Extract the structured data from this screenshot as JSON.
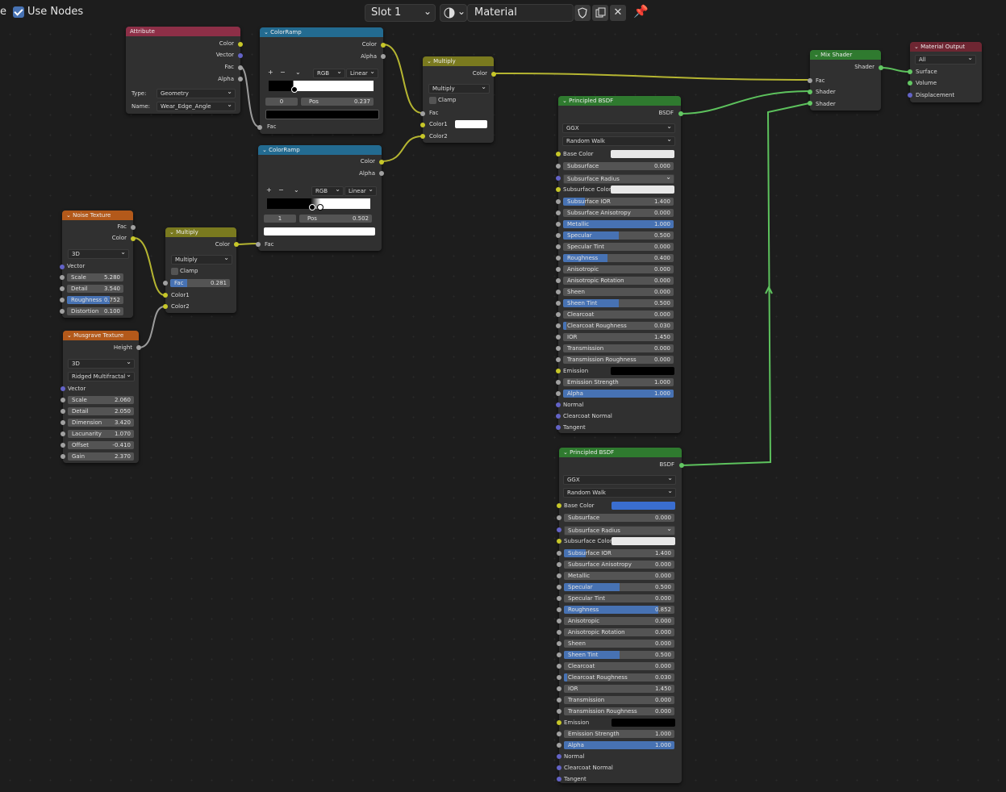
{
  "header": {
    "use_nodes_label": "Use Nodes",
    "slot_label": "Slot 1",
    "material_name": "Material",
    "pin_icon": "pin-icon",
    "close_symbol": "✕"
  },
  "colors": {
    "header_color_input": "#8d2f47",
    "header_converter": "#236b91",
    "header_texture": "#b3591a",
    "header_shader": "#2f7a2f",
    "header_output": "#6e2632",
    "header_math": "#7a7a1f",
    "accent": "#4772b3"
  },
  "attribute": {
    "title": "Attribute",
    "out_color": "Color",
    "out_vector": "Vector",
    "out_fac": "Fac",
    "out_alpha": "Alpha",
    "type_label": "Type:",
    "type_value": "Geometry",
    "name_label": "Name:",
    "name_value": "Wear_Edge_Angle"
  },
  "ramp1": {
    "title": "ColorRamp",
    "out_color": "Color",
    "out_alpha": "Alpha",
    "plus": "+",
    "minus": "−",
    "chev": "⌄",
    "mode": "RGB",
    "interp": "Linear",
    "index": "0",
    "pos_label": "Pos",
    "pos_value": "0.237",
    "in_fac": "Fac"
  },
  "ramp2": {
    "title": "ColorRamp",
    "out_color": "Color",
    "out_alpha": "Alpha",
    "plus": "+",
    "minus": "−",
    "chev": "⌄",
    "mode": "RGB",
    "interp": "Linear",
    "index": "1",
    "pos_label": "Pos",
    "pos_value": "0.502",
    "in_fac": "Fac"
  },
  "multiply1": {
    "title": "Multiply",
    "out_color": "Color",
    "blend": "Multiply",
    "clamp": "Clamp",
    "fac": "Fac",
    "color1": "Color1",
    "color2": "Color2"
  },
  "multiply2": {
    "title": "Multiply",
    "out_color": "Color",
    "blend": "Multiply",
    "clamp": "Clamp",
    "fac_label": "Fac",
    "fac_value": "0.281",
    "color1": "Color1",
    "color2": "Color2"
  },
  "noise": {
    "title": "Noise Texture",
    "out_fac": "Fac",
    "out_color": "Color",
    "dim": "3D",
    "vector": "Vector",
    "fields": [
      {
        "label": "Scale",
        "value": "5.280",
        "fill": 0
      },
      {
        "label": "Detail",
        "value": "3.540",
        "fill": 0
      },
      {
        "label": "Roughness",
        "value": "0.752",
        "fill": 0.752
      },
      {
        "label": "Distortion",
        "value": "0.100",
        "fill": 0
      }
    ]
  },
  "musgrave": {
    "title": "Musgrave Texture",
    "out_height": "Height",
    "dim": "3D",
    "type": "Ridged Multifractal",
    "vector": "Vector",
    "fields": [
      {
        "label": "Scale",
        "value": "2.060"
      },
      {
        "label": "Detail",
        "value": "2.050"
      },
      {
        "label": "Dimension",
        "value": "3.420"
      },
      {
        "label": "Lacunarity",
        "value": "1.070"
      },
      {
        "label": "Offset",
        "value": "-0.410"
      },
      {
        "label": "Gain",
        "value": "2.370"
      }
    ]
  },
  "mix_shader": {
    "title": "Mix Shader",
    "out_shader": "Shader",
    "fac": "Fac",
    "shader1": "Shader",
    "shader2": "Shader"
  },
  "output": {
    "title": "Material Output",
    "target": "All",
    "surface": "Surface",
    "volume": "Volume",
    "displacement": "Displacement"
  },
  "bsdf1": {
    "title": "Principled BSDF",
    "out": "BSDF",
    "dist": "GGX",
    "sss_method": "Random Walk",
    "base_color_label": "Base Color",
    "base_color": "#e8e8e8",
    "subsurface": {
      "label": "Subsurface",
      "value": "0.000"
    },
    "sss_radius": "Subsurface Radius",
    "sss_color_label": "Subsurface Color",
    "sss_color": "#e8e8e8",
    "rows": [
      {
        "label": "Subsurface IOR",
        "value": "1.400",
        "fill": 0.2
      },
      {
        "label": "Subsurface Anisotropy",
        "value": "0.000",
        "fill": 0
      },
      {
        "label": "Metallic",
        "value": "1.000",
        "fill": 1
      },
      {
        "label": "Specular",
        "value": "0.500",
        "fill": 0.5
      },
      {
        "label": "Specular Tint",
        "value": "0.000",
        "fill": 0
      },
      {
        "label": "Roughness",
        "value": "0.400",
        "fill": 0.4
      },
      {
        "label": "Anisotropic",
        "value": "0.000",
        "fill": 0
      },
      {
        "label": "Anisotropic Rotation",
        "value": "0.000",
        "fill": 0
      },
      {
        "label": "Sheen",
        "value": "0.000",
        "fill": 0
      },
      {
        "label": "Sheen Tint",
        "value": "0.500",
        "fill": 0.5
      },
      {
        "label": "Clearcoat",
        "value": "0.000",
        "fill": 0
      },
      {
        "label": "Clearcoat Roughness",
        "value": "0.030",
        "fill": 0.03
      },
      {
        "label": "IOR",
        "value": "1.450",
        "fill": 0
      },
      {
        "label": "Transmission",
        "value": "0.000",
        "fill": 0
      },
      {
        "label": "Transmission Roughness",
        "value": "0.000",
        "fill": 0
      }
    ],
    "emission_label": "Emission",
    "emission_color": "#000000",
    "tail": [
      {
        "label": "Emission Strength",
        "value": "1.000",
        "fill": 0
      },
      {
        "label": "Alpha",
        "value": "1.000",
        "fill": 1
      }
    ],
    "normal": "Normal",
    "clearcoat_normal": "Clearcoat Normal",
    "tangent": "Tangent"
  },
  "bsdf2": {
    "title": "Principled BSDF",
    "out": "BSDF",
    "dist": "GGX",
    "sss_method": "Random Walk",
    "base_color_label": "Base Color",
    "base_color": "#3a6ed0",
    "subsurface": {
      "label": "Subsurface",
      "value": "0.000"
    },
    "sss_radius": "Subsurface Radius",
    "sss_color_label": "Subsurface Color",
    "sss_color": "#e8e8e8",
    "rows": [
      {
        "label": "Subsurface IOR",
        "value": "1.400",
        "fill": 0.2
      },
      {
        "label": "Subsurface Anisotropy",
        "value": "0.000",
        "fill": 0
      },
      {
        "label": "Metallic",
        "value": "0.000",
        "fill": 0
      },
      {
        "label": "Specular",
        "value": "0.500",
        "fill": 0.5
      },
      {
        "label": "Specular Tint",
        "value": "0.000",
        "fill": 0
      },
      {
        "label": "Roughness",
        "value": "0.852",
        "fill": 0.852
      },
      {
        "label": "Anisotropic",
        "value": "0.000",
        "fill": 0
      },
      {
        "label": "Anisotropic Rotation",
        "value": "0.000",
        "fill": 0
      },
      {
        "label": "Sheen",
        "value": "0.000",
        "fill": 0
      },
      {
        "label": "Sheen Tint",
        "value": "0.500",
        "fill": 0.5
      },
      {
        "label": "Clearcoat",
        "value": "0.000",
        "fill": 0
      },
      {
        "label": "Clearcoat Roughness",
        "value": "0.030",
        "fill": 0.03
      },
      {
        "label": "IOR",
        "value": "1.450",
        "fill": 0
      },
      {
        "label": "Transmission",
        "value": "0.000",
        "fill": 0
      },
      {
        "label": "Transmission Roughness",
        "value": "0.000",
        "fill": 0
      }
    ],
    "emission_label": "Emission",
    "emission_color": "#000000",
    "tail": [
      {
        "label": "Emission Strength",
        "value": "1.000",
        "fill": 0
      },
      {
        "label": "Alpha",
        "value": "1.000",
        "fill": 1
      }
    ],
    "normal": "Normal",
    "clearcoat_normal": "Clearcoat Normal",
    "tangent": "Tangent"
  }
}
